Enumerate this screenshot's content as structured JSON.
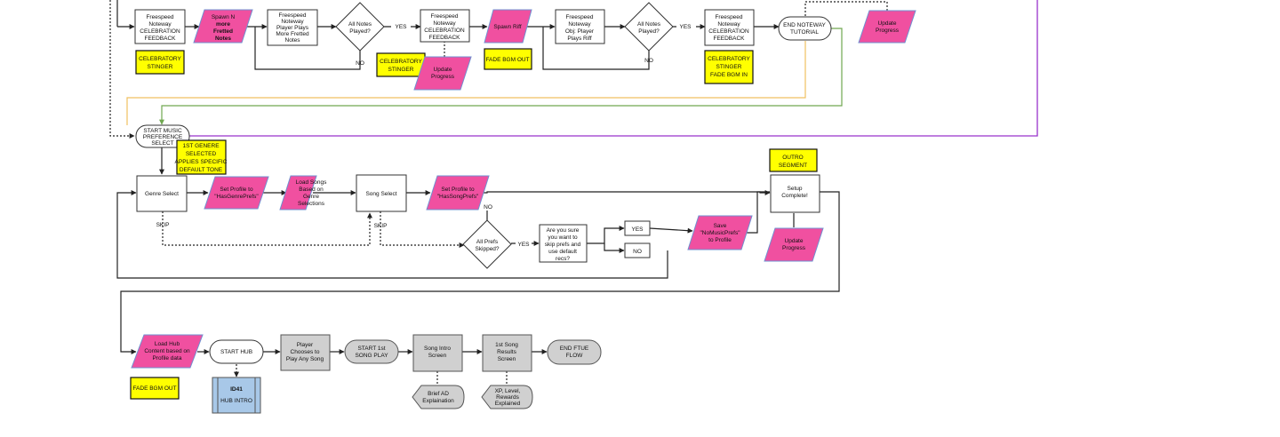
{
  "nodes": {
    "celebration_feedback_1": [
      "Freespeed",
      "Noteway",
      "CELEBRATION",
      "FEEDBACK"
    ],
    "celebratory_stinger_1": [
      "CELEBRATORY",
      "STINGER"
    ],
    "spawn_n_notes": [
      "Spawn N",
      "more",
      "Fretted",
      "Notes"
    ],
    "player_plays_notes": [
      "Freespeed",
      "Noteway",
      "Player Plays",
      "More Fretted",
      "Notes"
    ],
    "all_notes_played_1": [
      "All Notes",
      "Played?"
    ],
    "yes_1": "YES",
    "no_1": "NO",
    "celebration_feedback_2": [
      "Freespeed",
      "Noteway",
      "CELEBRATION",
      "FEEDBACK"
    ],
    "celebratory_stinger_2": [
      "CELEBRATORY",
      "STINGER"
    ],
    "update_progress_1": [
      "Update",
      "Progress"
    ],
    "spawn_riff": "Spawn Riff",
    "fade_bgm_out_1": "FADE BGM OUT",
    "player_plays_riff": [
      "Freespeed",
      "Noteway",
      "Obj: Player",
      "Plays Riff"
    ],
    "all_notes_played_2": [
      "All Notes",
      "Played?"
    ],
    "yes_2": "YES",
    "no_2": "NO",
    "celebration_feedback_3": [
      "Freespeed",
      "Noteway",
      "CELEBRATION",
      "FEEDBACK"
    ],
    "celebratory_stinger_fade": [
      "CELEBRATORY",
      "STINGER",
      "FADE BGM IN"
    ],
    "end_noteway_tutorial": [
      "END NOTEWAY",
      "TUTORIAL"
    ],
    "update_progress_2": [
      "Update",
      "Progress"
    ],
    "start_music_pref": [
      "START MUSIC",
      "PREFERENCE",
      "SELECT"
    ],
    "first_genre_note": [
      "1ST GENERE",
      "SELECTED",
      "APPLIES SPECIFIC",
      "DEFAULT TONE"
    ],
    "genre_select": "Genre Select",
    "set_profile_genre": [
      "Set Profile to",
      "\"HasGenrePrefs\""
    ],
    "load_songs": [
      "Load Songs",
      "Based on",
      "Genre",
      "Selections"
    ],
    "song_select": "Song Select",
    "set_profile_song": [
      "Set Profile to",
      "\"HasSongPrefs\""
    ],
    "no_3": "NO",
    "skip_1": "SKIP",
    "skip_2": "SKIP",
    "all_prefs_skipped": [
      "All Prefs",
      "Skipped?"
    ],
    "yes_3": "YES",
    "are_you_sure": [
      "Are you sure",
      "you want to",
      "skip prefs and",
      "use default",
      "recs?"
    ],
    "yes_box": "YES",
    "no_box": "NO",
    "save_no_music": [
      "Save",
      "\"NoMusicPrefs\"",
      "to Profile"
    ],
    "outro_segment": [
      "OUTRO",
      "SEGMENT"
    ],
    "setup_complete": [
      "Setup",
      "Complete!"
    ],
    "update_progress_3": [
      "Update",
      "Progress"
    ],
    "load_hub_content": [
      "Load Hub",
      "Content based on",
      "Profile data"
    ],
    "fade_bgm_out_2": "FADE BGM OUT",
    "start_hub": "START HUB",
    "id41": "ID41",
    "hub_intro": "HUB INTRO",
    "player_chooses": [
      "Player",
      "Chooses to",
      "Play Any Song"
    ],
    "start_first_song": [
      "START 1st",
      "SONG PLAY"
    ],
    "song_intro_screen": [
      "Song Intro",
      "Screen"
    ],
    "brief_ad": [
      "Brief AD",
      "Explaination"
    ],
    "first_song_results": [
      "1st Song",
      "Results",
      "Screen"
    ],
    "xp_rewards": [
      "XP, Level,",
      "Rewards",
      "Explained"
    ],
    "end_ftue_flow": [
      "END FTUE",
      "FLOW"
    ]
  },
  "colors": {
    "pink": "#f050a0",
    "pink_border": "#7090d0",
    "yellow": "#ffff00",
    "gray": "#d0d0d0",
    "blue": "#a8c8e8",
    "purple": "#9933cc",
    "orange": "#f0c060",
    "green": "#70a850"
  }
}
